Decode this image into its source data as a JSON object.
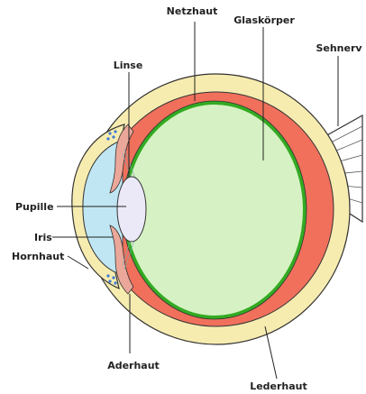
{
  "labels": {
    "netzhaut": "Netzhaut",
    "glaskoerper": "Glaskörper",
    "sehnerv": "Sehnerv",
    "linse": "Linse",
    "pupille": "Pupille",
    "iris": "Iris",
    "hornhaut": "Hornhaut",
    "aderhaut": "Aderhaut",
    "lederhaut": "Lederhaut"
  },
  "colors": {
    "sclera": "#f7ecb0",
    "choroid": "#f0705c",
    "retina": "#33aa22",
    "vitreous": "#d6f2c4",
    "cornea_chamber": "#bfe6f2",
    "lens": "#ebe9f7",
    "iris": "#eba89a",
    "outline": "#333333"
  }
}
